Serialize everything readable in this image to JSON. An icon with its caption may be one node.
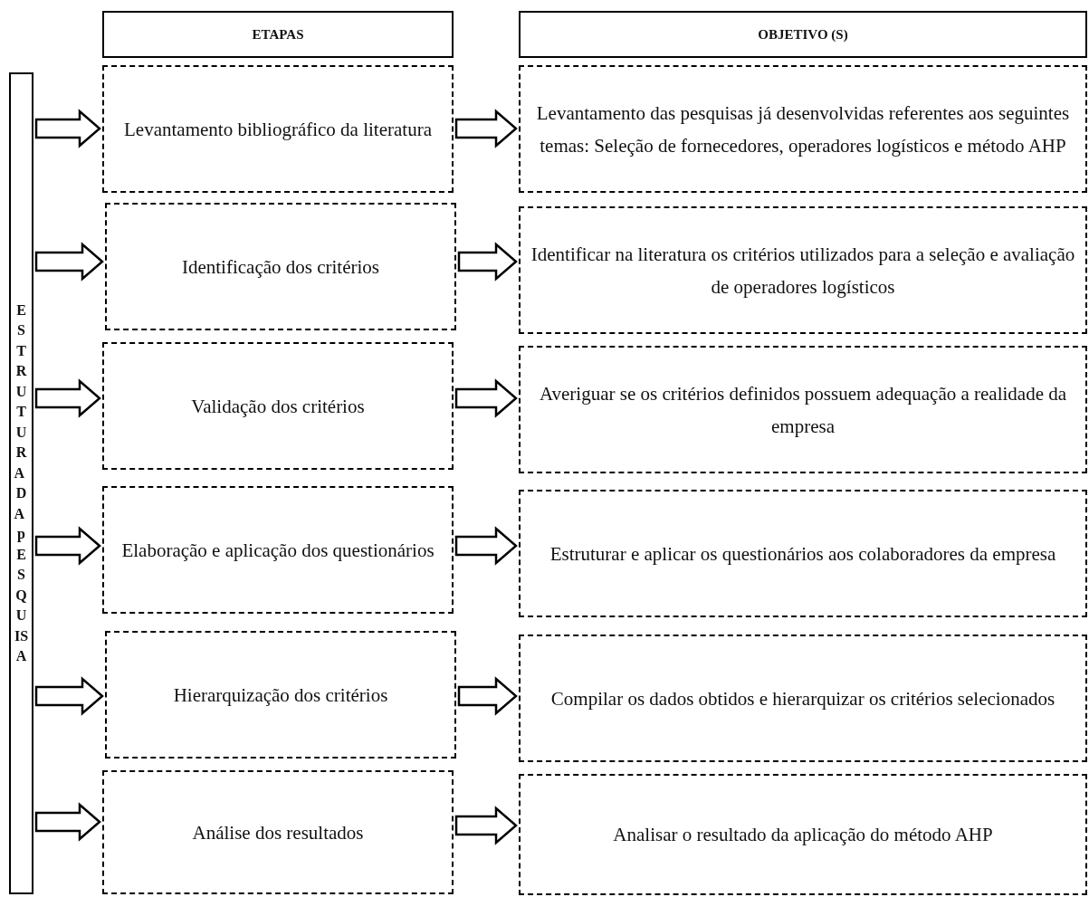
{
  "diagram": {
    "nodes": [
      {
        "text": [
          "ESTRUTURA DA pESQUISA"
        ]
      },
      {
        "text": [
          "ETAPAS"
        ]
      },
      {
        "text": [
          "OBJETIVO (S)"
        ]
      },
      {
        "text": [
          "Levantamento bibliográfico da literatura"
        ]
      },
      {
        "text": [
          "Identificação dos critérios"
        ]
      },
      {
        "text": [
          "Validação dos critérios"
        ]
      },
      {
        "text": [
          "Elaboração e aplicação dos questionários"
        ]
      },
      {
        "text": [
          "Hierarquização dos critérios"
        ]
      },
      {
        "text": [
          "Análise dos resultados"
        ]
      },
      {
        "text": [
          "Levantamento das pesquisas já desenvolvidas referentes aos seguintes temas:  Seleção de fornecedores, operadores logísticos e método AHP"
        ]
      },
      {
        "text": [
          "Identificar na literatura os critérios utilizados para a seleção e avaliação de operadores logísticos"
        ]
      },
      {
        "text": [
          "Averiguar se os critérios definidos possuem adequação a realidade da empresa"
        ]
      },
      {
        "text": [
          "Estruturar e aplicar os questionários aos colaboradores da empresa"
        ]
      },
      {
        "text": [
          "Compilar os dados obtidos e hierarquizar os critérios selecionados"
        ]
      },
      {
        "text": [
          "Analisar o resultado da aplicação do método AHP"
        ]
      }
    ],
    "edges": [
      {
        "from": 0,
        "to": 3,
        "arrow": "to"
      },
      {
        "from": 0,
        "to": 4,
        "arrow": "to"
      },
      {
        "from": 0,
        "to": 5,
        "arrow": "to"
      },
      {
        "from": 0,
        "to": 6,
        "arrow": "to"
      },
      {
        "from": 0,
        "to": 7,
        "arrow": "to"
      },
      {
        "from": 0,
        "to": 8,
        "arrow": "to"
      },
      {
        "from": 3,
        "to": 9,
        "arrow": "to"
      },
      {
        "from": 4,
        "to": 10,
        "arrow": "to"
      },
      {
        "from": 5,
        "to": 11,
        "arrow": "to"
      },
      {
        "from": 6,
        "to": 12,
        "arrow": "to"
      },
      {
        "from": 7,
        "to": 13,
        "arrow": "to"
      },
      {
        "from": 8,
        "to": 14,
        "arrow": "to"
      }
    ]
  }
}
